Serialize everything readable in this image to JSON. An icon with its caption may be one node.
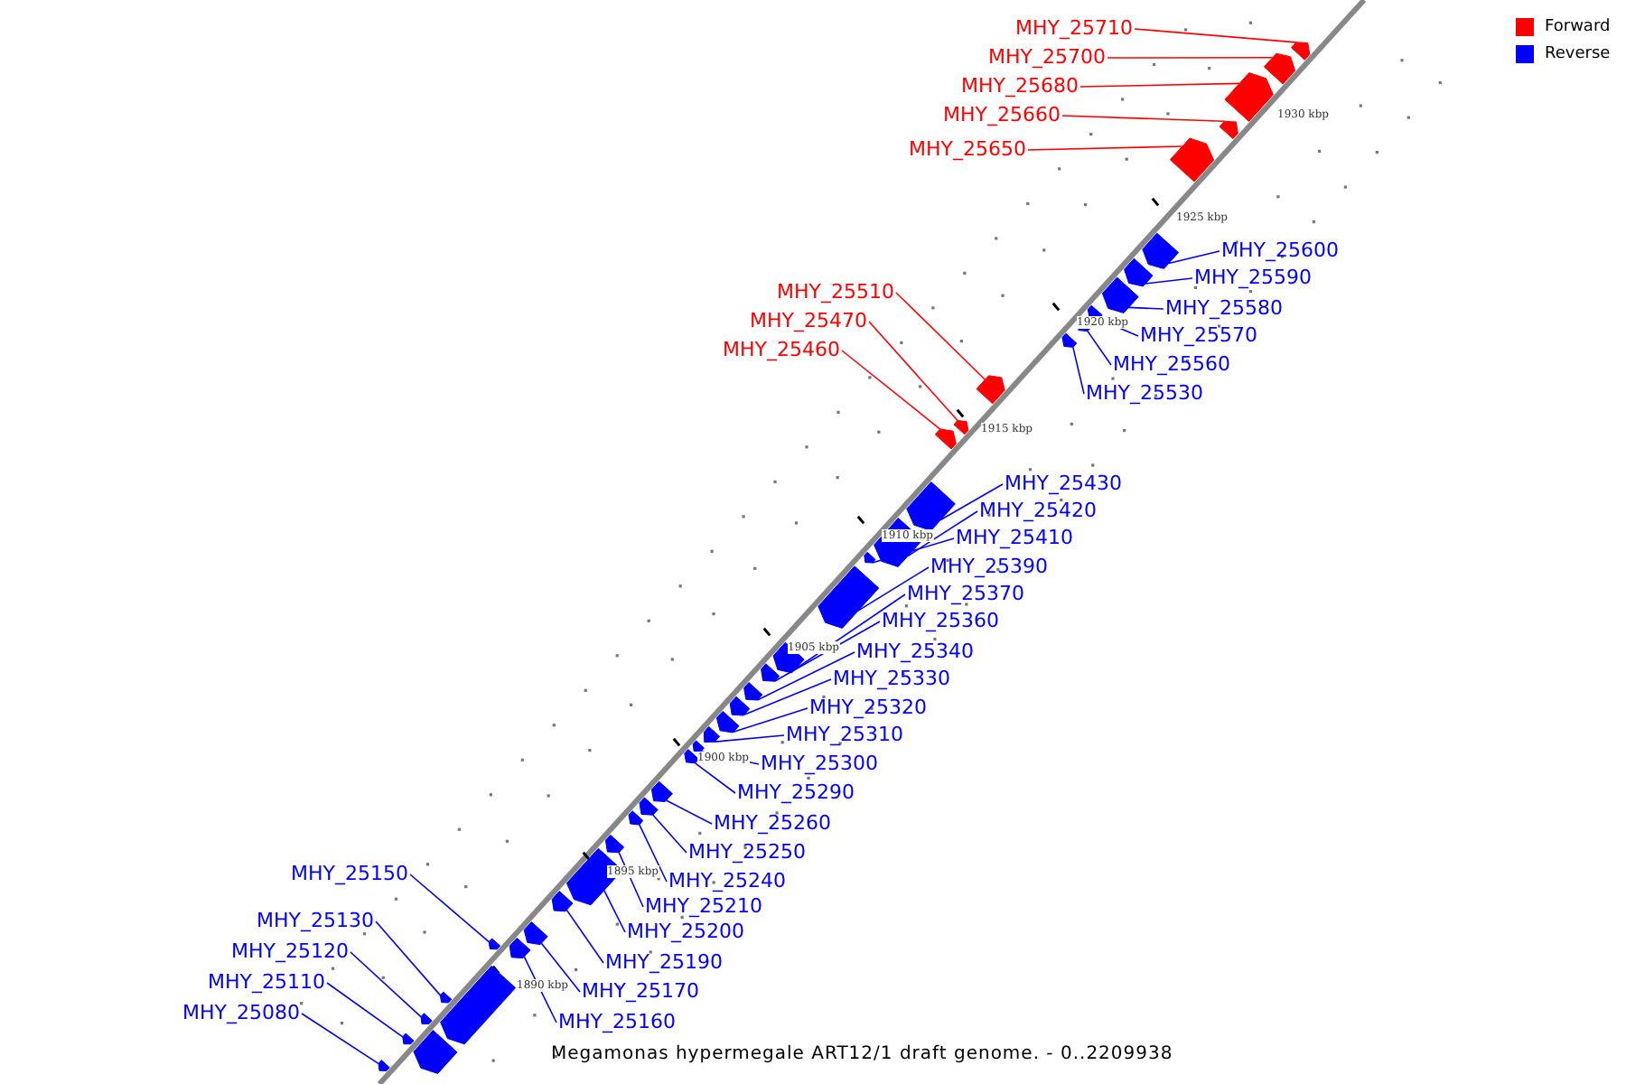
{
  "diagram": {
    "caption": "Megamonas hypermegale ART12/1 draft genome. - 0..2209938",
    "nodes": [
      {
        "text": [
          "MHY_25710"
        ]
      },
      {
        "text": [
          "MHY_25700"
        ]
      },
      {
        "text": [
          "MHY_25680"
        ]
      },
      {
        "text": [
          "MHY_25660"
        ]
      },
      {
        "text": [
          "MHY_25650"
        ]
      },
      {
        "text": [
          "MHY_25600"
        ]
      },
      {
        "text": [
          "MHY_25590"
        ]
      },
      {
        "text": [
          "MHY_25580"
        ]
      },
      {
        "text": [
          "MHY_25570"
        ]
      },
      {
        "text": [
          "MHY_25510"
        ]
      },
      {
        "text": [
          "MHY_25470"
        ]
      },
      {
        "text": [
          "MHY_25560"
        ]
      },
      {
        "text": [
          "MHY_25460"
        ]
      },
      {
        "text": [
          "MHY_25530"
        ]
      },
      {
        "text": [
          "MHY_25430"
        ]
      },
      {
        "text": [
          "MHY_25420"
        ]
      },
      {
        "text": [
          "MHY_25410"
        ]
      },
      {
        "text": [
          "MHY_25390"
        ]
      },
      {
        "text": [
          "MHY_25370"
        ]
      },
      {
        "text": [
          "MHY_25360"
        ]
      },
      {
        "text": [
          "MHY_25340"
        ]
      },
      {
        "text": [
          "MHY_25330"
        ]
      },
      {
        "text": [
          "MHY_25320"
        ]
      },
      {
        "text": [
          "MHY_25310"
        ]
      },
      {
        "text": [
          "MHY_25300"
        ]
      },
      {
        "text": [
          "MHY_25290"
        ]
      },
      {
        "text": [
          "MHY_25260"
        ]
      },
      {
        "text": [
          "MHY_25250"
        ]
      },
      {
        "text": [
          "MHY_25240"
        ]
      },
      {
        "text": [
          "MHY_25210"
        ]
      },
      {
        "text": [
          "MHY_25150"
        ]
      },
      {
        "text": [
          "MHY_25200"
        ]
      },
      {
        "text": [
          "MHY_25130"
        ]
      },
      {
        "text": [
          "MHY_25190"
        ]
      },
      {
        "text": [
          "MHY_25120"
        ]
      },
      {
        "text": [
          "MHY_25170"
        ]
      },
      {
        "text": [
          "MHY_25110"
        ]
      },
      {
        "text": [
          "MHY_25160"
        ]
      },
      {
        "text": [
          "MHY_25080"
        ]
      },
      {
        "text": [],
        "shape": "box"
      },
      {
        "text": [],
        "shape": "box"
      },
      {
        "text": [],
        "shape": "box"
      },
      {
        "text": [],
        "shape": "box"
      },
      {
        "text": [],
        "shape": "box"
      },
      {
        "text": [],
        "shape": "box"
      },
      {
        "text": [],
        "shape": "box"
      },
      {
        "text": [],
        "shape": "box"
      },
      {
        "text": [],
        "shape": "box"
      },
      {
        "text": [],
        "shape": "box"
      },
      {
        "text": [],
        "shape": "box"
      },
      {
        "text": [],
        "shape": "box"
      },
      {
        "text": [],
        "shape": "box"
      },
      {
        "text": [],
        "shape": "box"
      },
      {
        "text": [],
        "shape": "box"
      },
      {
        "text": [],
        "shape": "box"
      },
      {
        "text": [],
        "shape": "box"
      },
      {
        "text": [],
        "shape": "box"
      },
      {
        "text": [],
        "shape": "box"
      },
      {
        "text": [],
        "shape": "box"
      },
      {
        "text": [],
        "shape": "box"
      },
      {
        "text": [],
        "shape": "box"
      },
      {
        "text": [],
        "shape": "box"
      },
      {
        "text": [],
        "shape": "box"
      },
      {
        "text": [],
        "shape": "box"
      },
      {
        "text": [],
        "shape": "box"
      },
      {
        "text": [],
        "shape": "box"
      },
      {
        "text": [],
        "shape": "box"
      },
      {
        "text": [],
        "shape": "box"
      },
      {
        "text": [],
        "shape": "box"
      },
      {
        "text": [],
        "shape": "box"
      },
      {
        "text": [],
        "shape": "box"
      },
      {
        "text": [],
        "shape": "box"
      },
      {
        "text": [],
        "shape": "box"
      },
      {
        "text": [],
        "shape": "box"
      },
      {
        "text": [],
        "shape": "box"
      },
      {
        "text": [],
        "shape": "box"
      },
      {
        "text": [],
        "shape": "box"
      },
      {
        "text": [],
        "shape": "box"
      },
      {
        "text": [],
        "shape": "box"
      },
      {
        "text": [],
        "shape": "box"
      }
    ],
    "edges": [
      {
        "from": 0,
        "to": 39,
        "arrow": "none",
        "color": "#ff0000"
      },
      {
        "from": 1,
        "to": 40,
        "arrow": "none",
        "color": "#ff0000"
      },
      {
        "from": 2,
        "to": 41,
        "arrow": "none",
        "color": "#ff0000"
      },
      {
        "from": 3,
        "to": 42,
        "arrow": "none",
        "color": "#ff0000"
      },
      {
        "from": 4,
        "to": 43,
        "arrow": "none",
        "color": "#ff0000"
      },
      {
        "from": 5,
        "to": 44,
        "arrow": "none"
      },
      {
        "from": 6,
        "to": 45,
        "arrow": "none"
      },
      {
        "from": 7,
        "to": 46,
        "arrow": "none"
      },
      {
        "from": 8,
        "to": 47,
        "arrow": "none"
      },
      {
        "from": 9,
        "to": 48,
        "arrow": "none",
        "color": "#ff0000"
      },
      {
        "from": 10,
        "to": 49,
        "arrow": "none",
        "color": "#ff0000"
      },
      {
        "from": 11,
        "to": 50,
        "arrow": "none"
      },
      {
        "from": 12,
        "to": 51,
        "arrow": "none",
        "color": "#ff0000"
      },
      {
        "from": 13,
        "to": 52,
        "arrow": "none"
      },
      {
        "from": 14,
        "to": 53,
        "arrow": "none"
      },
      {
        "from": 15,
        "to": 54,
        "arrow": "none"
      },
      {
        "from": 16,
        "to": 55,
        "arrow": "none"
      },
      {
        "from": 17,
        "to": 56,
        "arrow": "none"
      },
      {
        "from": 18,
        "to": 57,
        "arrow": "none"
      },
      {
        "from": 19,
        "to": 58,
        "arrow": "none"
      },
      {
        "from": 20,
        "to": 59,
        "arrow": "none"
      },
      {
        "from": 21,
        "to": 60,
        "arrow": "none"
      },
      {
        "from": 22,
        "to": 61,
        "arrow": "none"
      },
      {
        "from": 23,
        "to": 62,
        "arrow": "none"
      },
      {
        "from": 24,
        "to": 63,
        "arrow": "none"
      },
      {
        "from": 25,
        "to": 64,
        "arrow": "none"
      },
      {
        "from": 26,
        "to": 65,
        "arrow": "none"
      },
      {
        "from": 27,
        "to": 66,
        "arrow": "none"
      },
      {
        "from": 28,
        "to": 67,
        "arrow": "none"
      },
      {
        "from": 29,
        "to": 68,
        "arrow": "none"
      },
      {
        "from": 30,
        "to": 69,
        "arrow": "none"
      },
      {
        "from": 31,
        "to": 70,
        "arrow": "none"
      },
      {
        "from": 32,
        "to": 71,
        "arrow": "none"
      },
      {
        "from": 33,
        "to": 72,
        "arrow": "none"
      },
      {
        "from": 34,
        "to": 73,
        "arrow": "none"
      },
      {
        "from": 35,
        "to": 74,
        "arrow": "none"
      },
      {
        "from": 36,
        "to": 75,
        "arrow": "none"
      },
      {
        "from": 37,
        "to": 76,
        "arrow": "none"
      },
      {
        "from": 38,
        "to": 77,
        "arrow": "none"
      }
    ],
    "labels": [
      "1930 kbp",
      "1925 kbp",
      "1920 kbp",
      "1915 kbp",
      "1910 kbp",
      "1905 kbp",
      "1900 kbp",
      "1895 kbp",
      "1890 kbp"
    ],
    "legend": [
      {
        "text": "Forward",
        "color": "#ff0000"
      },
      {
        "text": "Reverse",
        "color": "#0000ff"
      }
    ]
  }
}
